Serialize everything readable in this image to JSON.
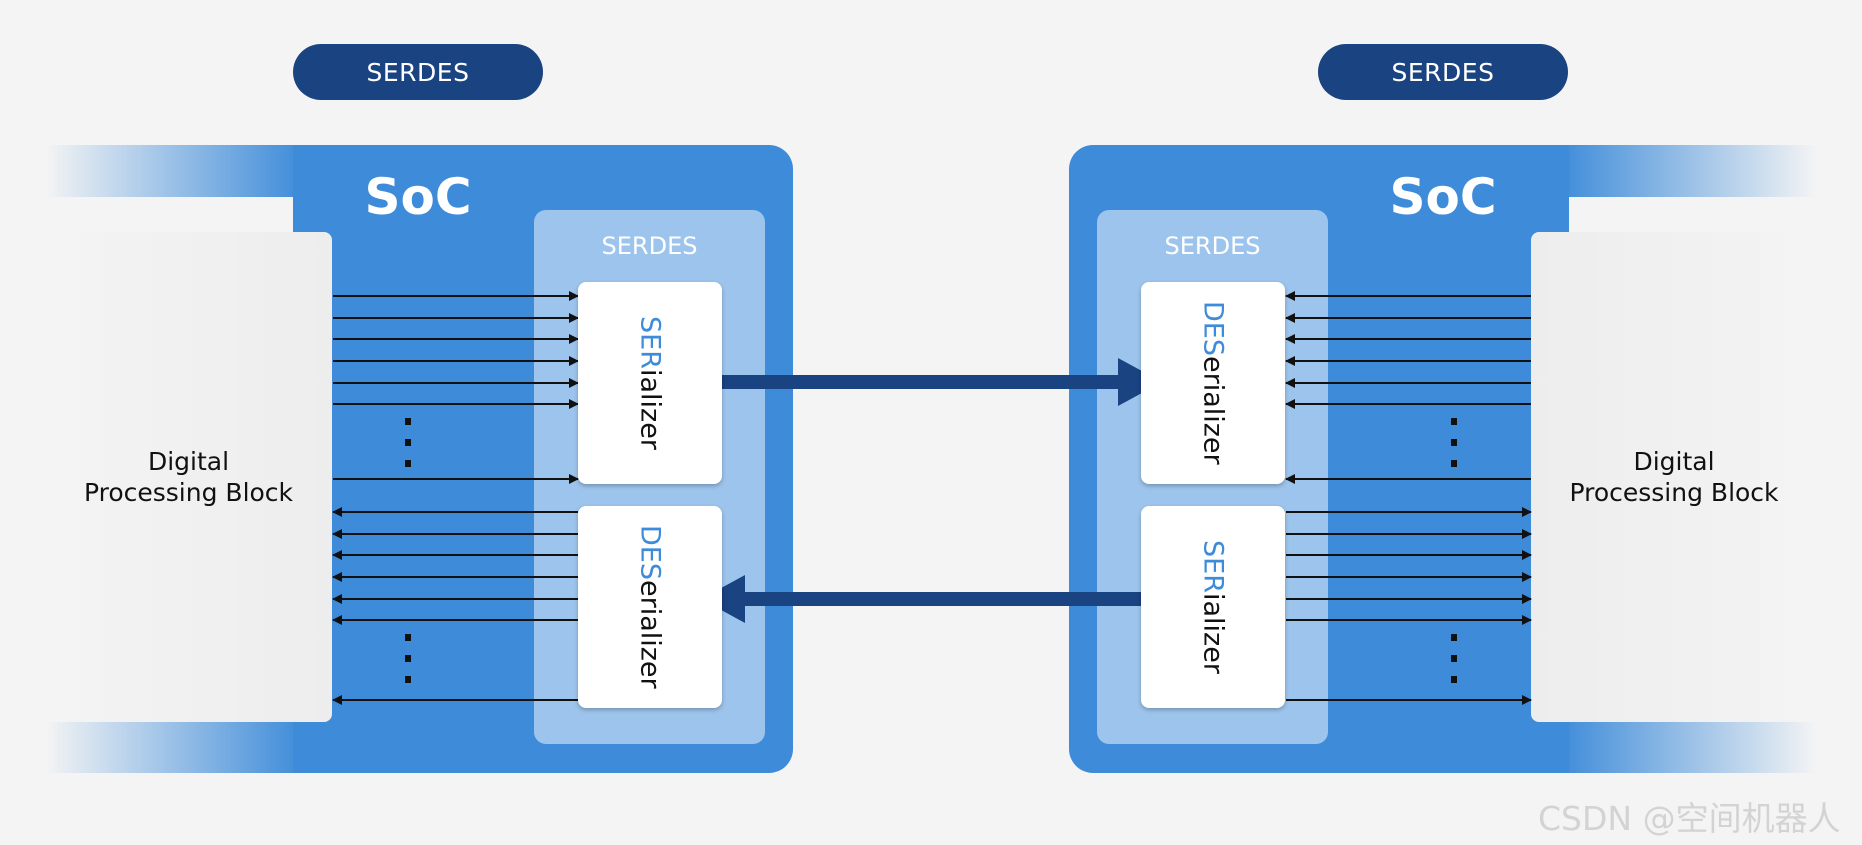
{
  "top_labels": {
    "left": "SERDES",
    "right": "SERDES"
  },
  "soc": {
    "left_title": "SoC",
    "right_title": "SoC"
  },
  "serdes_block": {
    "left_label": "SERDES",
    "right_label": "SERDES"
  },
  "dpb": {
    "line1": "Digital",
    "line2": "Processing Block"
  },
  "serializer": {
    "prefix": "SER",
    "suffix": "ializer"
  },
  "deserializer": {
    "prefix": "DES",
    "suffix": "erializer"
  },
  "watermark": "CSDN @空间机器人",
  "colors": {
    "dark_blue": "#1a4381",
    "soc_blue": "#3d8bd9",
    "serdes_light": "#9dc4ec",
    "background": "#f4f4f4"
  }
}
